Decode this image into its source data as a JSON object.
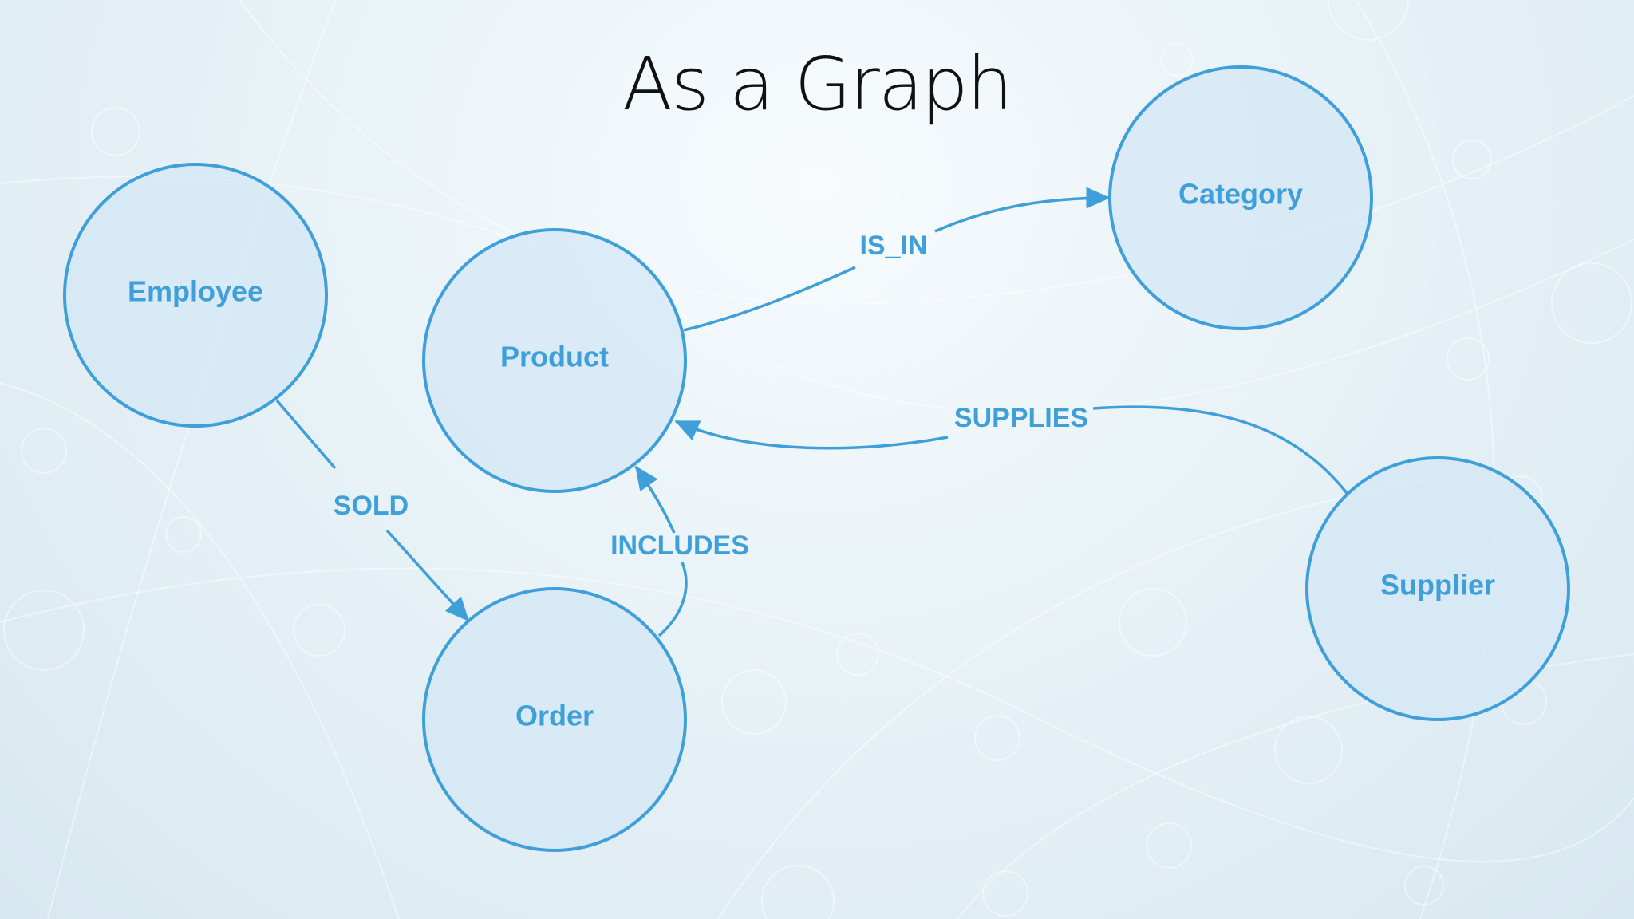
{
  "title": "As a Graph",
  "colors": {
    "accent": "#3f9fd8",
    "text_label": "#3f9fd8",
    "title": "#111111"
  },
  "nodes": [
    {
      "id": "employee",
      "label": "Employee"
    },
    {
      "id": "product",
      "label": "Product"
    },
    {
      "id": "order",
      "label": "Order"
    },
    {
      "id": "category",
      "label": "Category"
    },
    {
      "id": "supplier",
      "label": "Supplier"
    }
  ],
  "edges": [
    {
      "id": "sold",
      "label": "SOLD",
      "from": "employee",
      "to": "order"
    },
    {
      "id": "includes",
      "label": "INCLUDES",
      "from": "order",
      "to": "product"
    },
    {
      "id": "is_in",
      "label": "IS_IN",
      "from": "product",
      "to": "category"
    },
    {
      "id": "supplies",
      "label": "SUPPLIES",
      "from": "supplier",
      "to": "product"
    }
  ]
}
